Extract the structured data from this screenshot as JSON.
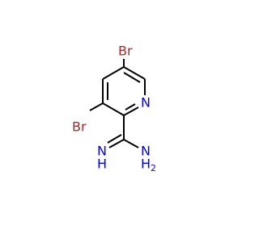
{
  "molecule": {
    "atoms": {
      "br_top": {
        "text": "Br",
        "color": "#a52a2a"
      },
      "br_left": {
        "text": "Br",
        "color": "#a52a2a"
      },
      "ring_n": {
        "text": "N",
        "color": "#0000ff"
      },
      "imine_n": {
        "text": "N",
        "color": "#0000ff"
      },
      "imine_h": {
        "text": "H",
        "color": "#0000ff"
      },
      "amine_n": {
        "text": "N",
        "color": "#0000ff"
      },
      "amine_h": {
        "text": "H",
        "color": "#0000ff"
      },
      "amine_h_sub": {
        "text": "2",
        "color": "#0000ff"
      }
    }
  }
}
